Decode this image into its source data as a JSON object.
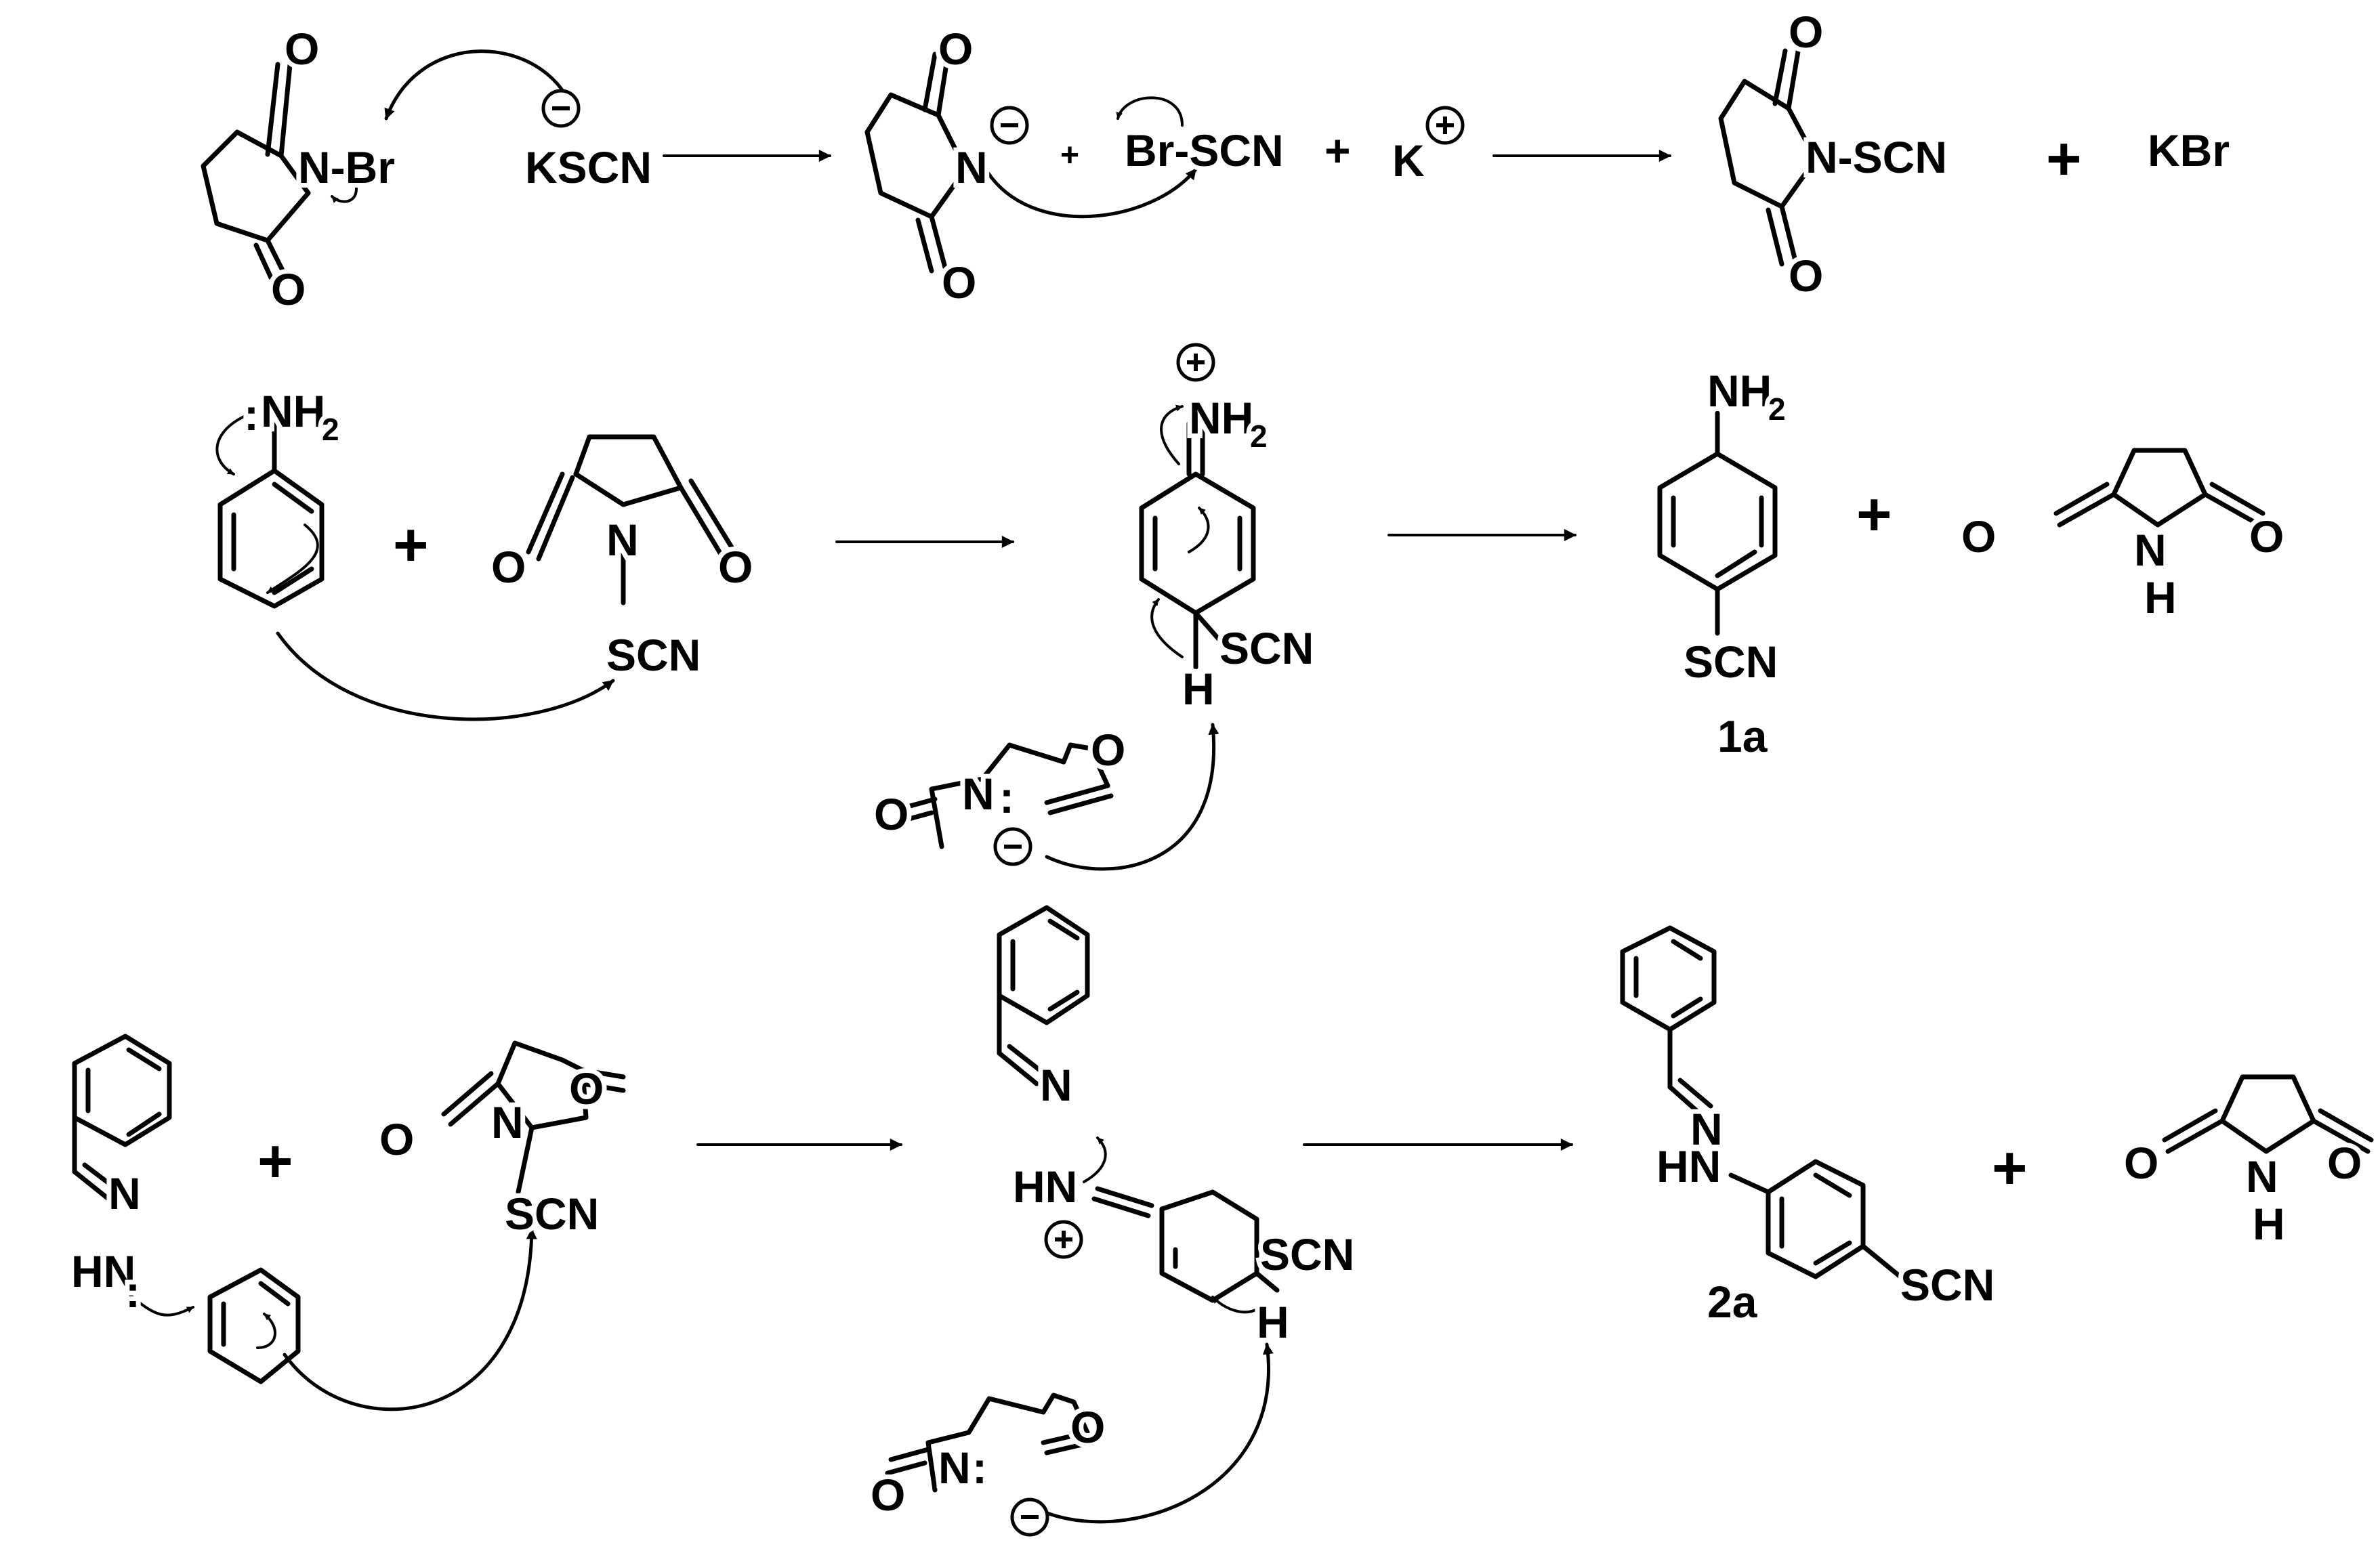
{
  "atoms": {
    "O": "O",
    "N": "N",
    "H": "H",
    "NH": "NH",
    "N_Br": "N-Br",
    "N_SCN": "N-SCN",
    "SCN": "SCN",
    "NH2": "NH",
    "NH2_sub": "2",
    "HN": "HN",
    "lone_pair": ":",
    "minus": "−",
    "plus": "+"
  },
  "reagents": {
    "ksCN": "KSCN",
    "br_scn": "Br-SCN",
    "k": "K",
    "kbr": "KBr"
  },
  "operators": {
    "plus": "+"
  },
  "compound_labels": {
    "product_1": "1a",
    "product_2": "2a"
  },
  "colors": {
    "ink": "#000000",
    "background": "#ffffff"
  }
}
